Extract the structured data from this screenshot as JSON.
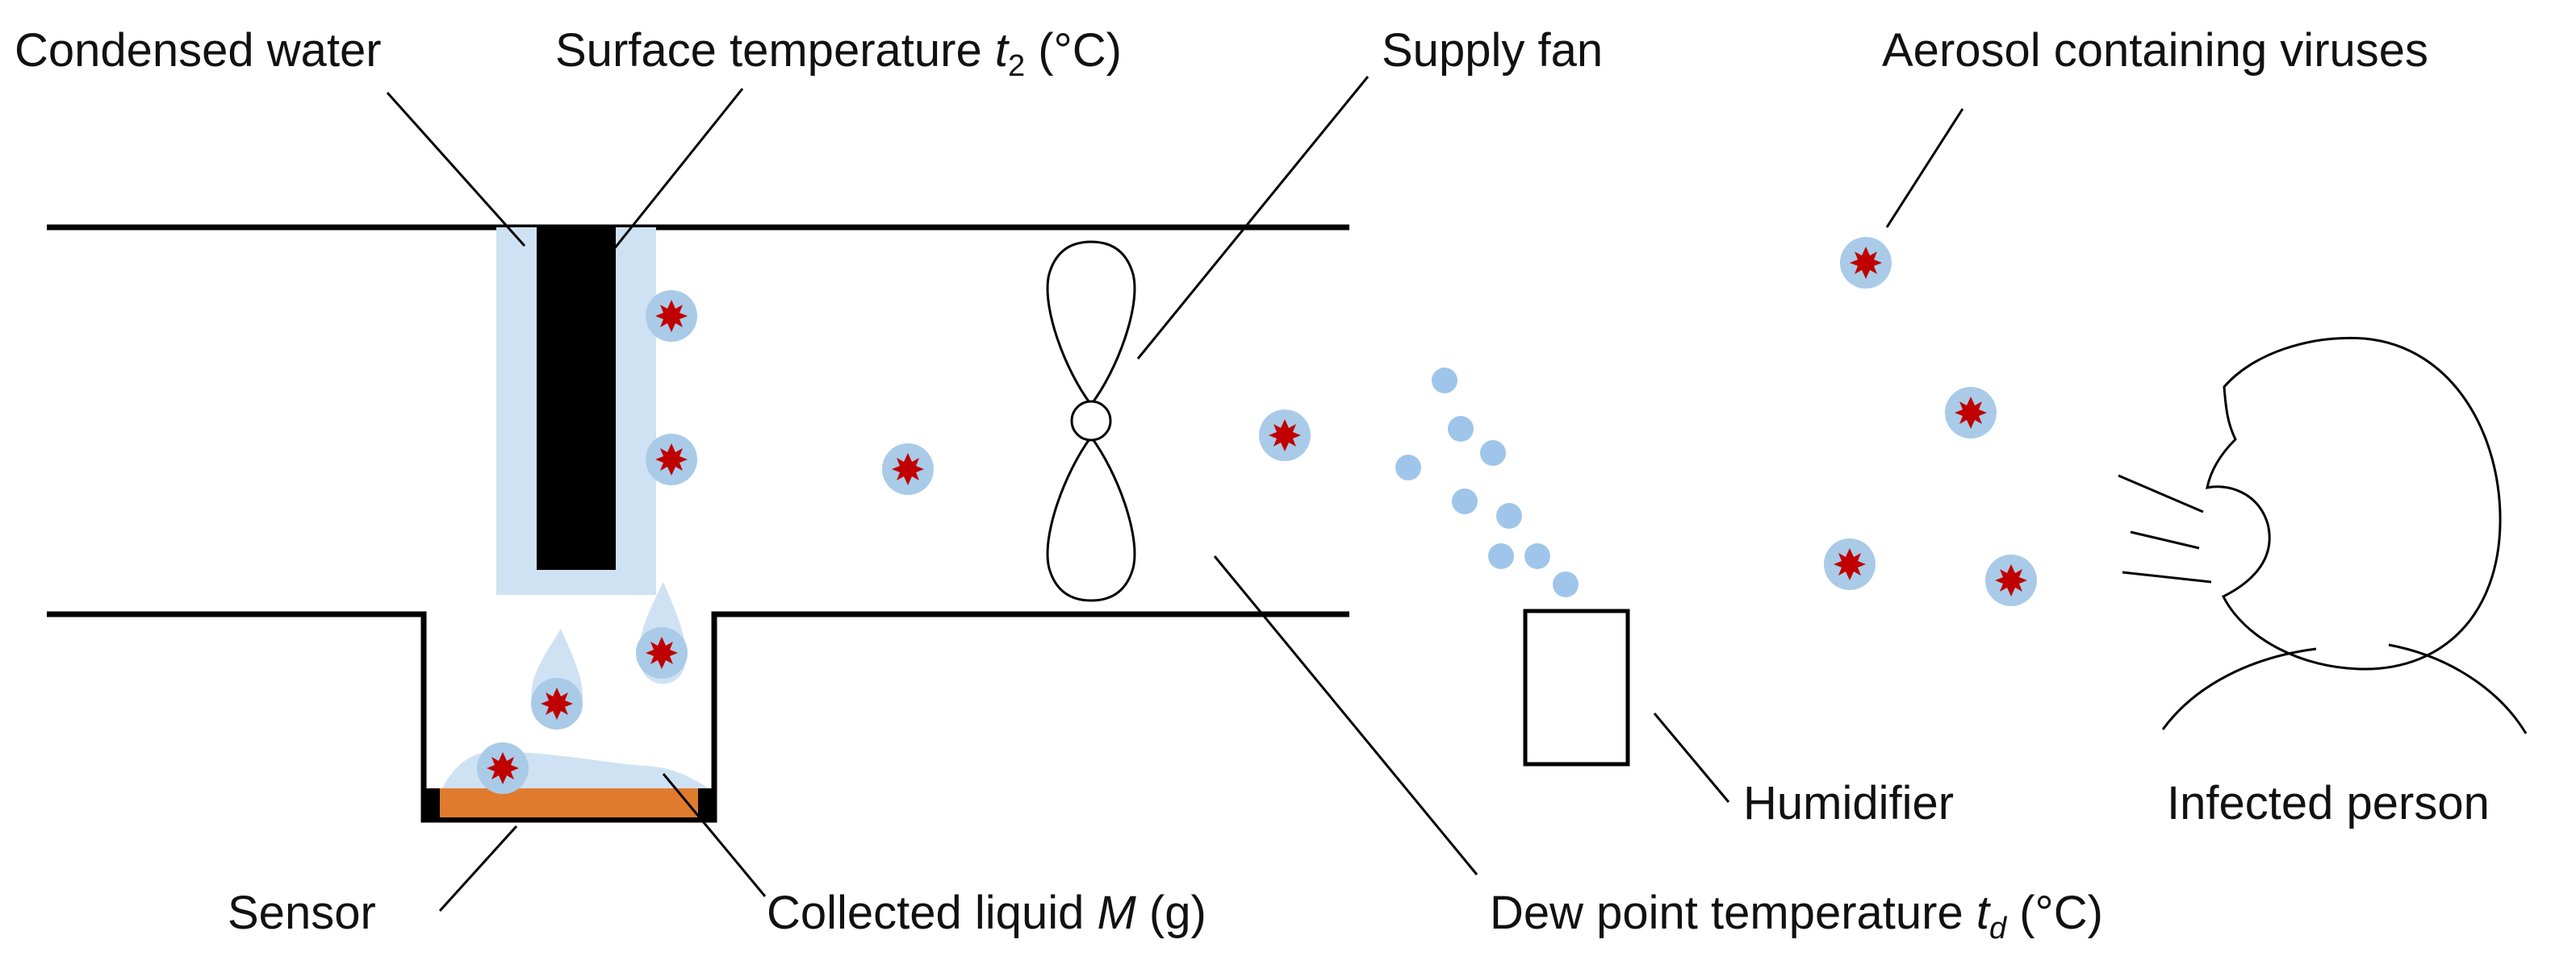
{
  "labels": {
    "condensed_water": "Condensed water",
    "surface_temp_prefix": "Surface temperature ",
    "surface_temp_var": "t",
    "surface_temp_sub": "2",
    "surface_temp_unit": " (°C)",
    "supply_fan": "Supply fan",
    "aerosol": "Aerosol containing viruses",
    "humidifier": "Humidifier",
    "infected_person": "Infected person",
    "sensor": "Sensor",
    "collected_prefix": "Collected liquid ",
    "collected_var": "M",
    "collected_unit": " (g)",
    "dew_prefix": "Dew point temperature ",
    "dew_var": "t",
    "dew_sub": "d",
    "dew_unit": " (°C)"
  },
  "colors": {
    "water": "#cfe2f3",
    "water_droplet": "#a9cbe8",
    "humid_droplet": "#9fc6ea",
    "virus": "#c00000",
    "liquid": "#e07b2e",
    "line": "#000000"
  },
  "icons": {
    "virus": "virus-icon",
    "fan": "fan-icon",
    "humidifier": "humidifier-icon",
    "person": "person-head-icon"
  }
}
